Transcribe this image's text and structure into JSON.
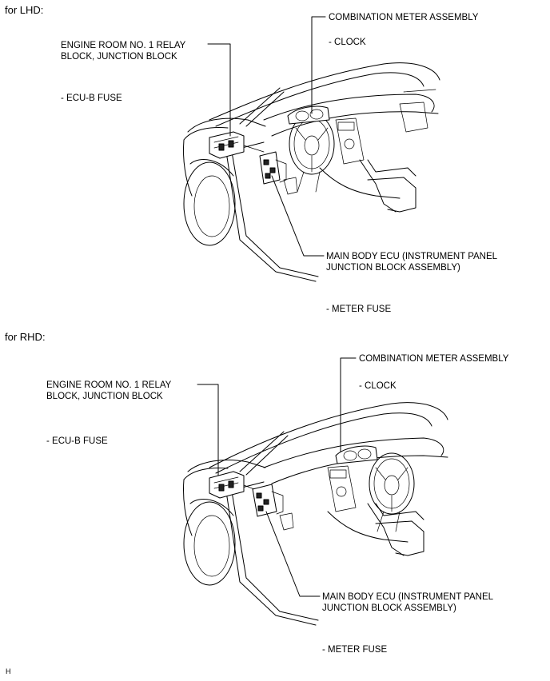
{
  "lhd": {
    "heading": "for LHD:",
    "combination_meter": "COMBINATION METER ASSEMBLY",
    "clock": "- CLOCK",
    "engine_room_line1": "ENGINE ROOM NO. 1 RELAY",
    "engine_room_line2": "BLOCK, JUNCTION BLOCK",
    "ecu_b_fuse": "- ECU-B FUSE",
    "main_body_ecu_line1": "MAIN BODY ECU (INSTRUMENT PANEL",
    "main_body_ecu_line2": "JUNCTION BLOCK ASSEMBLY)",
    "meter_fuse": "- METER FUSE"
  },
  "rhd": {
    "heading": "for RHD:",
    "combination_meter": "COMBINATION METER ASSEMBLY",
    "clock": "- CLOCK",
    "engine_room_line1": "ENGINE ROOM NO. 1 RELAY",
    "engine_room_line2": "BLOCK, JUNCTION BLOCK",
    "ecu_b_fuse": "- ECU-B FUSE",
    "main_body_ecu_line1": "MAIN BODY ECU (INSTRUMENT PANEL",
    "main_body_ecu_line2": "JUNCTION BLOCK ASSEMBLY)",
    "meter_fuse": "- METER FUSE"
  },
  "figure_id": "H"
}
